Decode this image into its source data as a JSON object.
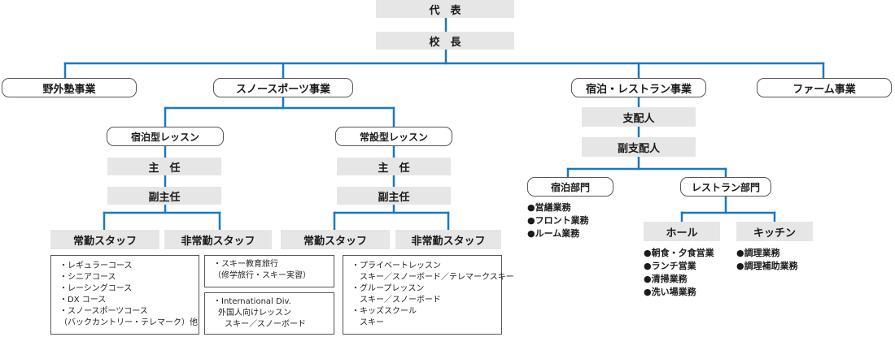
{
  "colors": {
    "connector": "#1a78c2",
    "box_fill": "#e6e6e6",
    "border": "#555555"
  },
  "top": {
    "representative": "代　表",
    "principal": "校　長"
  },
  "divisions": {
    "outdoor_school": "野外塾事業",
    "snow_sports": "スノースポーツ事業",
    "lodging_restaurant": "宿泊・レストラン事業",
    "farm": "ファーム事業"
  },
  "snow_sports": {
    "lodging_lessons": {
      "title": "宿泊型レッスン",
      "chief": "主　任",
      "deputy_chief": "副主任",
      "full_time_staff": "常勤スタッフ",
      "part_time_staff": "非常勤スタッフ",
      "full_time_courses": [
        "・レギュラーコース",
        "・シニアコース",
        "・レーシングコース",
        "・DX コース",
        "・スノースポーツコース",
        "（バックカントリー・テレマーク）他"
      ],
      "part_time_box1": [
        "・スキー教育旅行",
        "（修学旅行・スキー実習）"
      ],
      "part_time_box2": [
        "・International Div.",
        "外国人向けレッスン",
        "スキー／スノーボード"
      ]
    },
    "permanent_lessons": {
      "title": "常設型レッスン",
      "chief": "主　任",
      "deputy_chief": "副主任",
      "full_time_staff": "常勤スタッフ",
      "part_time_staff": "非常勤スタッフ",
      "courses": [
        "・プライベートレッスン",
        "スキー／スノーボード／テレマークスキー",
        "・グループレッスン",
        "スキー／スノーボード",
        "・キッズスクール",
        "スキー"
      ]
    }
  },
  "lodging_restaurant": {
    "manager": "支配人",
    "deputy_manager": "副支配人",
    "lodging_dept": {
      "title": "宿泊部門",
      "items": [
        "●営繕業務",
        "●フロント業務",
        "●ルーム業務"
      ]
    },
    "restaurant_dept": {
      "title": "レストラン部門",
      "hall": {
        "title": "ホール",
        "items": [
          "●朝食・夕食営業",
          "●ランチ営業",
          "●清掃業務",
          "●洗い場業務"
        ]
      },
      "kitchen": {
        "title": "キッチン",
        "items": [
          "●調理業務",
          "●調理補助業務"
        ]
      }
    }
  }
}
